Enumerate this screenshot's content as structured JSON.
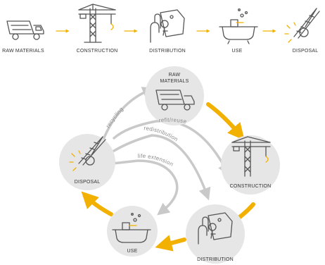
{
  "linear": {
    "stages": [
      "RAW MATERIALS",
      "CONSTRUCTION",
      "DISTRIBUTION",
      "USE",
      "DISPOSAL"
    ]
  },
  "circular": {
    "nodes": {
      "raw_materials": [
        "RAW",
        "MATERIALS"
      ],
      "construction": "CONSTRUCTION",
      "distribution": "DISTRIBUTION",
      "use": "USE",
      "disposal": "DISPOSAL"
    },
    "flows": {
      "recycling": "recycling",
      "refit": "refit/reuse",
      "redistribution": "redistribution",
      "life_extension": "life extension"
    }
  },
  "colors": {
    "accent": "#f2b000",
    "node_fill": "#e6e6e6",
    "flow_grey": "#c9c9c9",
    "icon": "#555555"
  }
}
